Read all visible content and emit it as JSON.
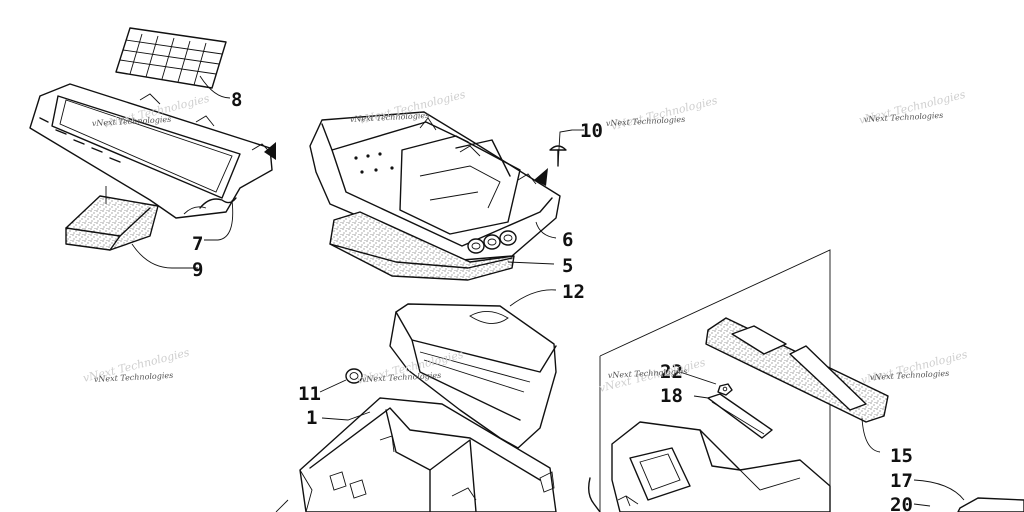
{
  "watermark": "vNext Technologies",
  "callouts": {
    "p1": "1",
    "p5": "5",
    "p6": "6",
    "p7": "7",
    "p8": "8",
    "p9": "9",
    "p10": "10",
    "p11": "11",
    "p12": "12",
    "p15": "15",
    "p17": "17",
    "p18": "18",
    "p20": "20",
    "p22": "22"
  }
}
